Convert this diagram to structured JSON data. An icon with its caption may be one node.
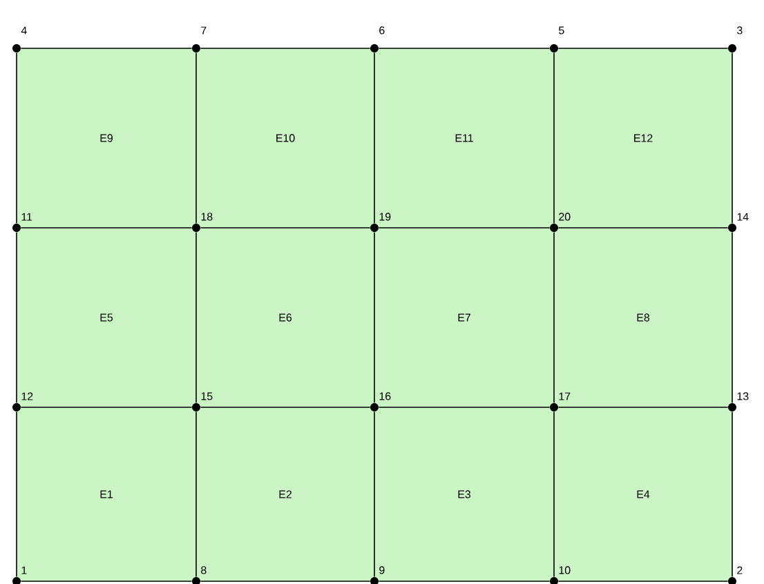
{
  "diagram": {
    "nodes": [
      {
        "text": [
          "E9"
        ]
      },
      {
        "text": [
          "E10"
        ]
      },
      {
        "text": [
          "E11"
        ]
      },
      {
        "text": [
          "E12"
        ]
      },
      {
        "text": [
          "E5"
        ]
      },
      {
        "text": [
          "E6"
        ]
      },
      {
        "text": [
          "E7"
        ]
      },
      {
        "text": [
          "E8"
        ]
      },
      {
        "text": [
          "E1"
        ]
      },
      {
        "text": [
          "E2"
        ]
      },
      {
        "text": [
          "E3"
        ]
      },
      {
        "text": [
          "E4"
        ]
      },
      {
        "text": [],
        "shape": "circle",
        "beside": [
          "4"
        ]
      },
      {
        "text": [],
        "shape": "circle",
        "beside": [
          "7"
        ]
      },
      {
        "text": [],
        "shape": "circle",
        "beside": [
          "6"
        ]
      },
      {
        "text": [],
        "shape": "circle",
        "beside": [
          "5"
        ]
      },
      {
        "text": [],
        "shape": "circle",
        "beside": [
          "3"
        ]
      },
      {
        "text": [],
        "shape": "circle",
        "beside": [
          "11"
        ]
      },
      {
        "text": [],
        "shape": "circle",
        "beside": [
          "18"
        ]
      },
      {
        "text": [],
        "shape": "circle",
        "beside": [
          "19"
        ]
      },
      {
        "text": [],
        "shape": "circle",
        "beside": [
          "20"
        ]
      },
      {
        "text": [],
        "shape": "circle",
        "beside": [
          "14"
        ]
      },
      {
        "text": [],
        "shape": "circle",
        "beside": [
          "12"
        ]
      },
      {
        "text": [],
        "shape": "circle",
        "beside": [
          "15"
        ]
      },
      {
        "text": [],
        "shape": "circle",
        "beside": [
          "16"
        ]
      },
      {
        "text": [],
        "shape": "circle",
        "beside": [
          "17"
        ]
      },
      {
        "text": [],
        "shape": "circle",
        "beside": [
          "13"
        ]
      },
      {
        "text": [],
        "shape": "circle",
        "beside": [
          "1"
        ]
      },
      {
        "text": [],
        "shape": "circle",
        "beside": [
          "8"
        ]
      },
      {
        "text": [],
        "shape": "circle",
        "beside": [
          "9"
        ]
      },
      {
        "text": [],
        "shape": "circle",
        "beside": [
          "10"
        ]
      },
      {
        "text": [],
        "shape": "circle",
        "beside": [
          "2"
        ]
      }
    ],
    "edges": [
      {
        "from": 12,
        "to": 13,
        "arrow": "none"
      },
      {
        "from": 13,
        "to": 14,
        "arrow": "none"
      },
      {
        "from": 14,
        "to": 15,
        "arrow": "none"
      },
      {
        "from": 15,
        "to": 16,
        "arrow": "none"
      },
      {
        "from": 17,
        "to": 18,
        "arrow": "none"
      },
      {
        "from": 18,
        "to": 19,
        "arrow": "none"
      },
      {
        "from": 19,
        "to": 20,
        "arrow": "none"
      },
      {
        "from": 20,
        "to": 21,
        "arrow": "none"
      },
      {
        "from": 22,
        "to": 23,
        "arrow": "none"
      },
      {
        "from": 23,
        "to": 24,
        "arrow": "none"
      },
      {
        "from": 24,
        "to": 25,
        "arrow": "none"
      },
      {
        "from": 25,
        "to": 26,
        "arrow": "none"
      },
      {
        "from": 27,
        "to": 28,
        "arrow": "none"
      },
      {
        "from": 28,
        "to": 29,
        "arrow": "none"
      },
      {
        "from": 29,
        "to": 30,
        "arrow": "none"
      },
      {
        "from": 30,
        "to": 31,
        "arrow": "none"
      },
      {
        "from": 12,
        "to": 17,
        "arrow": "none"
      },
      {
        "from": 17,
        "to": 22,
        "arrow": "none"
      },
      {
        "from": 22,
        "to": 27,
        "arrow": "none"
      },
      {
        "from": 13,
        "to": 18,
        "arrow": "none"
      },
      {
        "from": 18,
        "to": 23,
        "arrow": "none"
      },
      {
        "from": 23,
        "to": 28,
        "arrow": "none"
      },
      {
        "from": 14,
        "to": 19,
        "arrow": "none"
      },
      {
        "from": 19,
        "to": 24,
        "arrow": "none"
      },
      {
        "from": 24,
        "to": 29,
        "arrow": "none"
      },
      {
        "from": 15,
        "to": 20,
        "arrow": "none"
      },
      {
        "from": 20,
        "to": 25,
        "arrow": "none"
      },
      {
        "from": 25,
        "to": 30,
        "arrow": "none"
      },
      {
        "from": 16,
        "to": 21,
        "arrow": "none"
      },
      {
        "from": 21,
        "to": 26,
        "arrow": "none"
      },
      {
        "from": 26,
        "to": 31,
        "arrow": "none"
      }
    ]
  }
}
